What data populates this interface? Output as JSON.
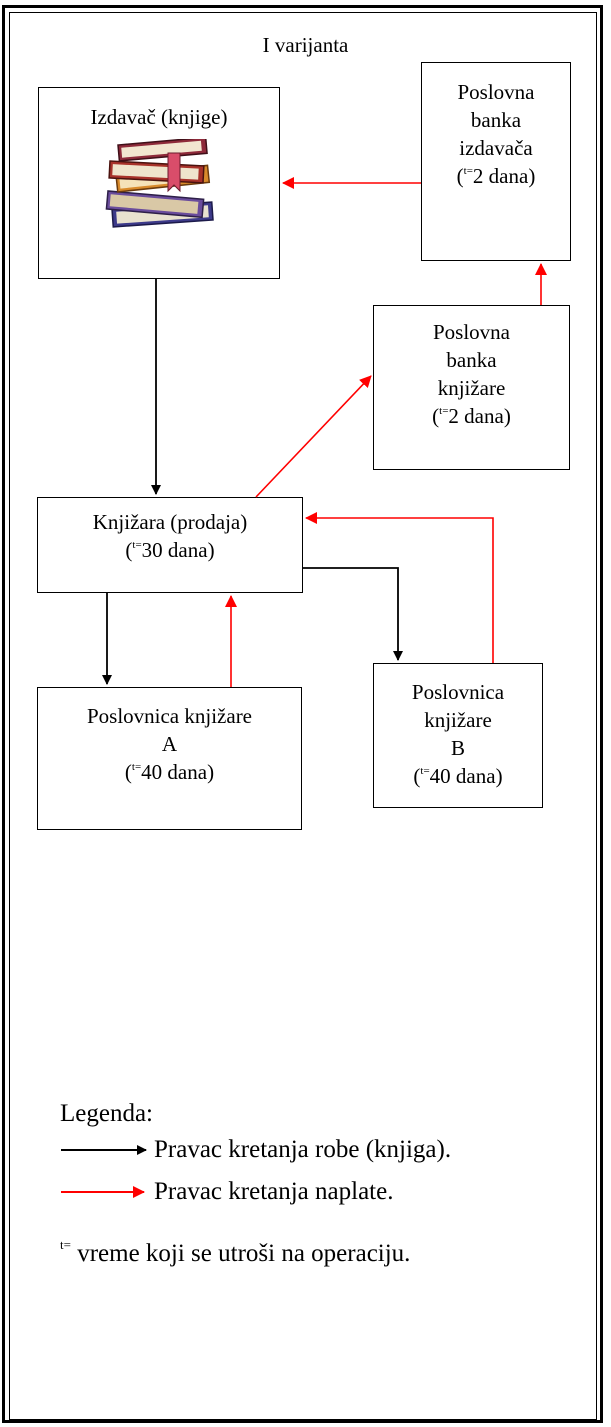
{
  "title": "I varijanta",
  "nodes": {
    "publisher": {
      "label": "Izdavač (knjige)"
    },
    "publisher_bank": {
      "lines": [
        "Poslovna",
        "banka",
        "izdavača"
      ],
      "time": "2 dana"
    },
    "bookstore_bank": {
      "lines": [
        "Poslovna",
        "banka",
        "knjižare"
      ],
      "time": "2 dana"
    },
    "bookstore": {
      "label": "Knjižara (prodaja)",
      "time": "30 dana"
    },
    "branch_a": {
      "lines": [
        "Poslovnica knjižare",
        "A"
      ],
      "time": "40 dana"
    },
    "branch_b": {
      "lines": [
        "Poslovnica",
        "knjižare",
        "B"
      ],
      "time": "40 dana"
    }
  },
  "time_symbol": "t=",
  "legend": {
    "title": "Legenda:",
    "goods_flow": "Pravac kretanja robe (knjiga).",
    "payment_flow": "Pravac kretanja naplate.",
    "time_note": "vreme koji se utroši na operaciju."
  },
  "colors": {
    "goods_arrow": "#000000",
    "payment_arrow": "#ff0000"
  },
  "icons": {
    "publisher_image": "books-stack-icon"
  }
}
